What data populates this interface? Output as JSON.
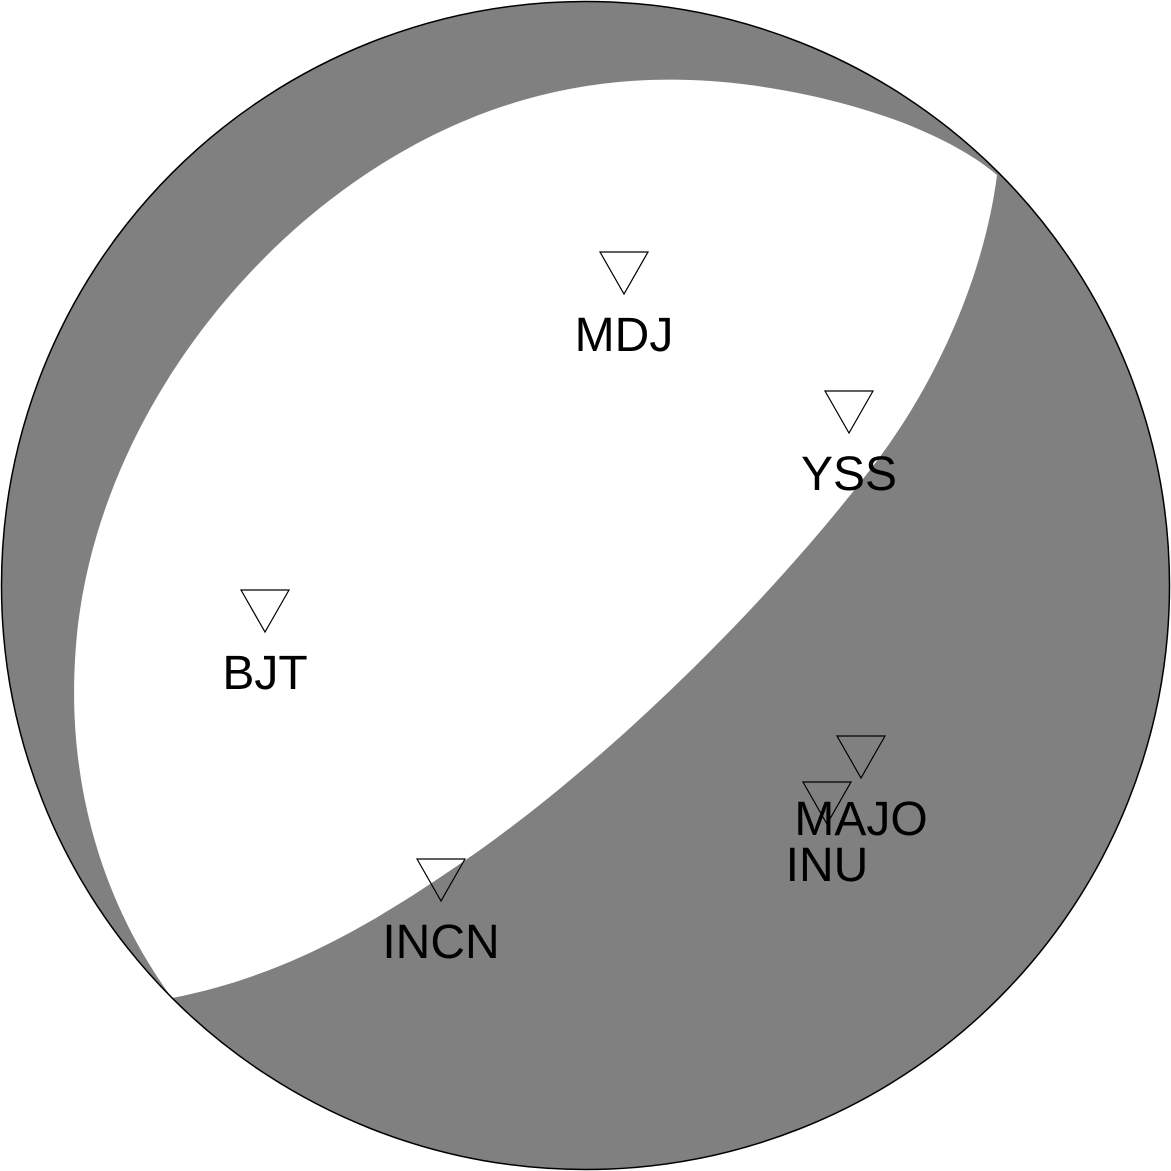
{
  "colors": {
    "compressional": "#808080",
    "dilatational": "#ffffff",
    "outline": "#000000",
    "station_marker_fill": "none"
  },
  "stations": [
    {
      "code": "MDJ",
      "symbol": "down-triangle-icon"
    },
    {
      "code": "YSS",
      "symbol": "down-triangle-icon"
    },
    {
      "code": "BJT",
      "symbol": "down-triangle-icon"
    },
    {
      "code": "MAJO",
      "symbol": "down-triangle-icon"
    },
    {
      "code": "INU",
      "symbol": "down-triangle-icon"
    },
    {
      "code": "INCN",
      "symbol": "down-triangle-icon"
    }
  ]
}
